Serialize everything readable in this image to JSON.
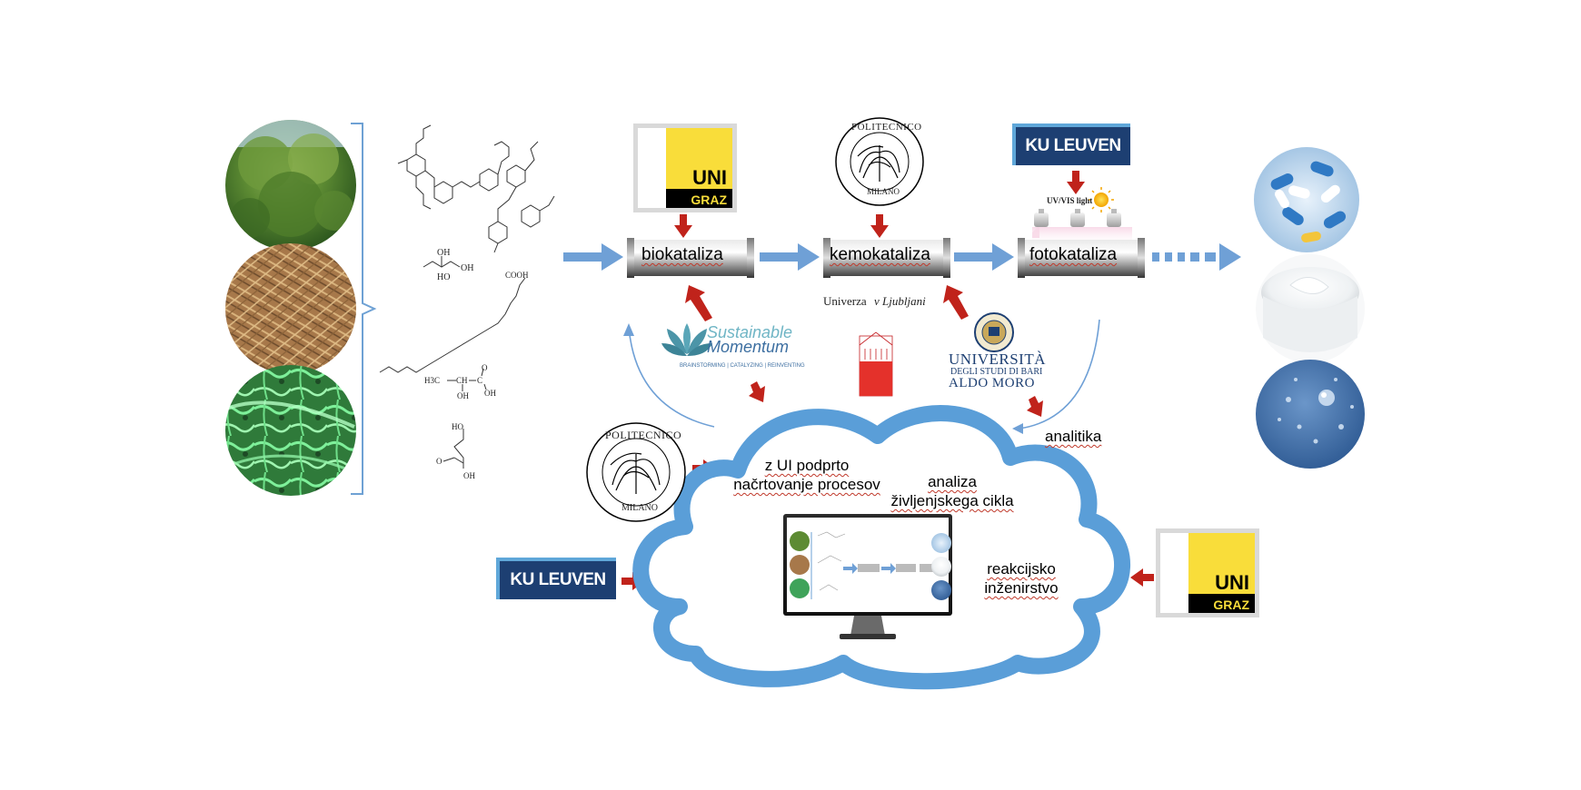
{
  "reactors": {
    "bio": "biokataliza",
    "chemo": "kemokataliza",
    "photo": "fotokataliza"
  },
  "logos": {
    "kuleuven": "KU LEUVEN",
    "unigraz_1": "UNI",
    "unigraz_2": "GRAZ",
    "polimi_top": "POLITECNICO",
    "polimi_bottom": "MILANO",
    "ljubljana_1": "Univerza",
    "ljubljana_2": "v Ljubljani",
    "bari_1": "UNIVERSITÀ",
    "bari_2": "DEGLI STUDI DI BARI",
    "bari_3": "ALDO MORO",
    "sustainable_1": "Sustainable",
    "sustainable_2": "Momentum",
    "sustainable_3": "BRAINSTORMING | CATALYZING | REINVENTING",
    "uvvis": "UV/VIS light"
  },
  "labels": {
    "analitika": "analitika"
  },
  "cloud": {
    "ai_line1": "z UI podprto",
    "ai_line2": "načrtovanje procesov",
    "lca_line1": "analiza",
    "lca_line2": "življenjskega cikla",
    "re_line1": "reakcijsko",
    "re_line2": "inženirstvo"
  },
  "chem": {
    "cooh": "COOH",
    "ho": "HO",
    "oh": "OH",
    "h3c": "H3C",
    "ch": "CH",
    "c": "C",
    "o": "O"
  },
  "colors": {
    "flow_arrow": "#6fa0d6",
    "partner_arrow": "#c0231b",
    "cloud_outline": "#5a9ed8",
    "bracket": "#6ea1d4",
    "kuleuven_blue": "#1d3f72",
    "unigraz_yellow": "#f9dd3a"
  }
}
